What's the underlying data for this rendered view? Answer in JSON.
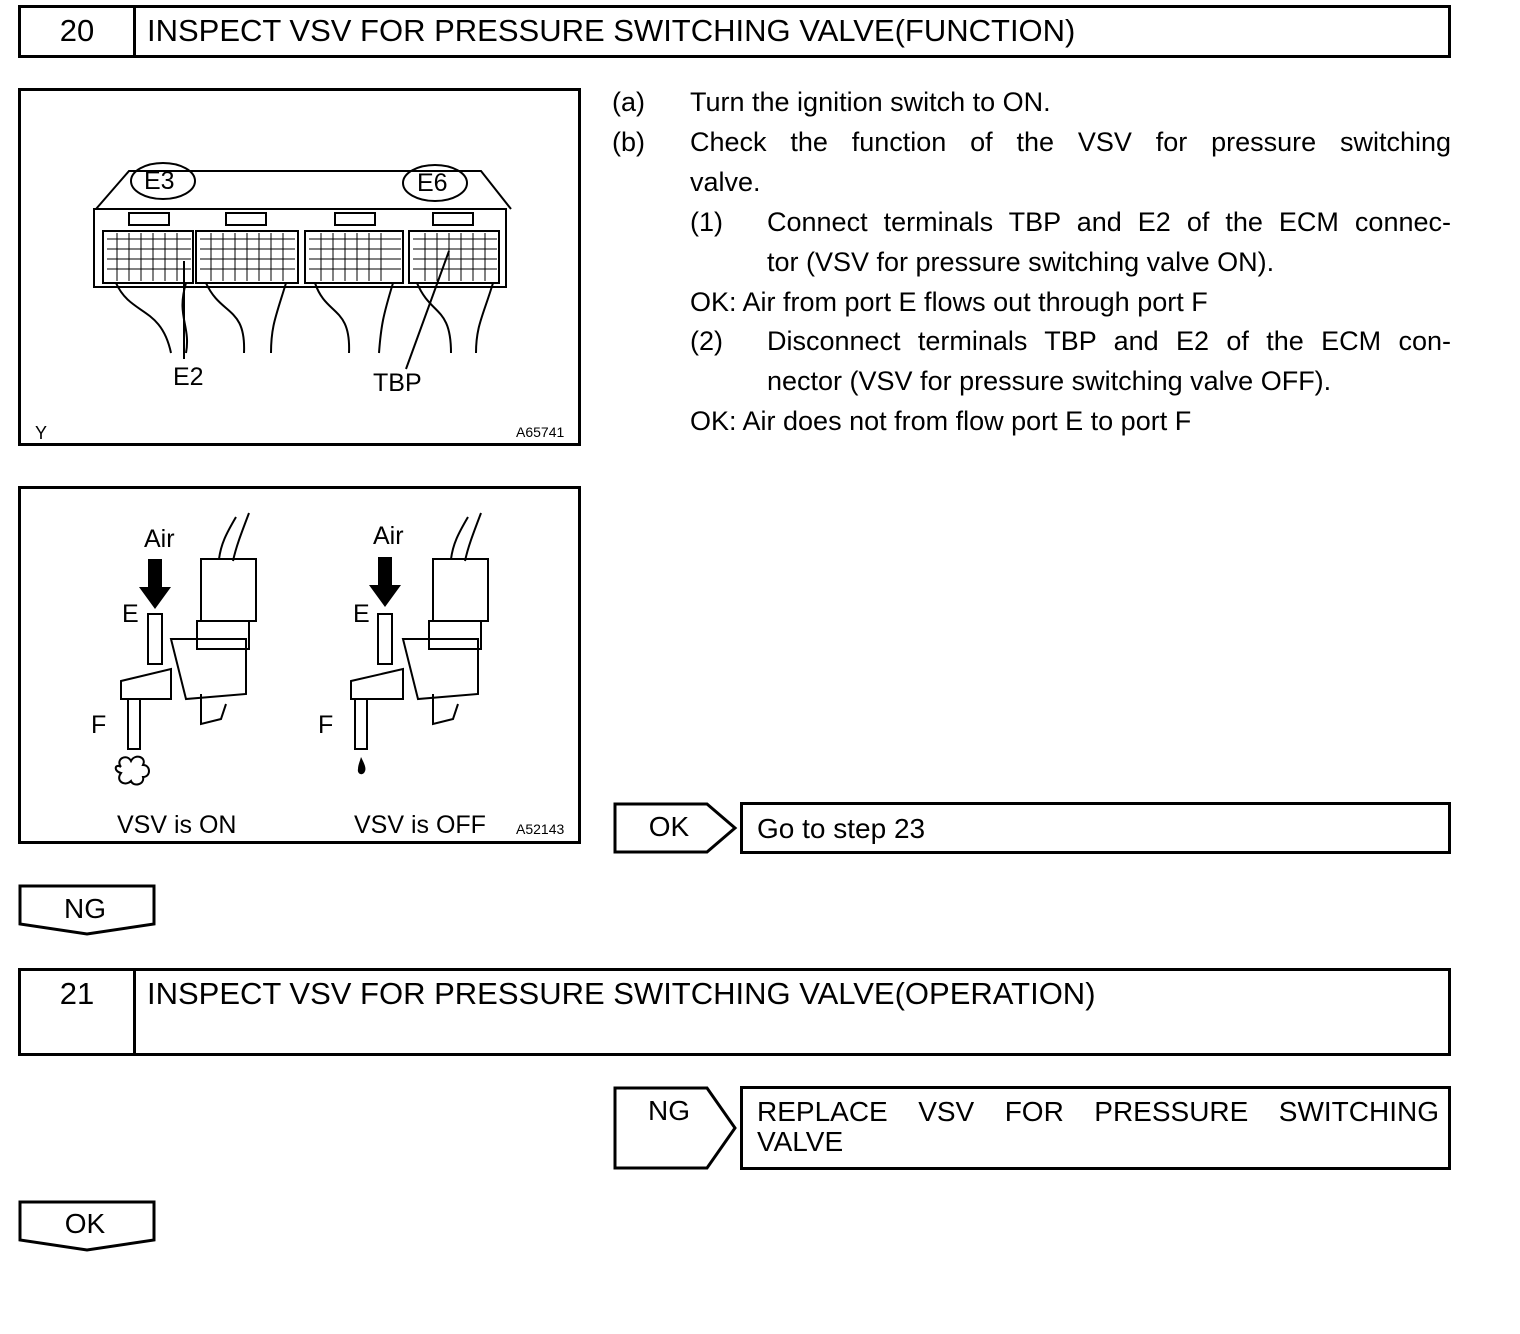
{
  "step20": {
    "number": "20",
    "title": "INSPECT VSV FOR PRESSURE SWITCHING VALVE(FUNCTION)"
  },
  "figure1": {
    "connector_left": "E3",
    "connector_right": "E6",
    "callout_left": "E2",
    "callout_right": "TBP",
    "corner": "Y",
    "code": "A65741"
  },
  "figure2": {
    "left": {
      "air": "Air",
      "port_e": "E",
      "port_f": "F",
      "caption": "VSV is ON"
    },
    "right": {
      "air": "Air",
      "port_e": "E",
      "port_f": "F",
      "caption": "VSV is OFF"
    },
    "code": "A52143"
  },
  "instructions": {
    "a": {
      "marker": "(a)",
      "text": "Turn the ignition switch to ON."
    },
    "b": {
      "marker": "(b)",
      "line1": "Check the function of the VSV for pressure switching",
      "line2": "valve."
    },
    "sub1": {
      "marker": "(1)",
      "line1": "Connect terminals TBP and E2 of the ECM connec-",
      "line2": "tor (VSV for pressure switching valve ON)."
    },
    "ok1": "OK: Air from port E flows out through port F",
    "sub2": {
      "marker": "(2)",
      "line1": "Disconnect terminals TBP and E2 of the ECM con-",
      "line2": "nector (VSV for pressure switching valve OFF)."
    },
    "ok2": "OK: Air does not from flow port E to port F"
  },
  "result20": {
    "ok_label": "OK",
    "ok_text": "Go to step 23",
    "ng_label": "NG"
  },
  "step21": {
    "number": "21",
    "title": "INSPECT VSV FOR PRESSURE SWITCHING VALVE(OPERATION)"
  },
  "result21": {
    "ng_label": "NG",
    "ng_text_line1": "REPLACE VSV FOR PRESSURE SWITCHING",
    "ng_text_line2": "VALVE",
    "ok_label": "OK"
  }
}
